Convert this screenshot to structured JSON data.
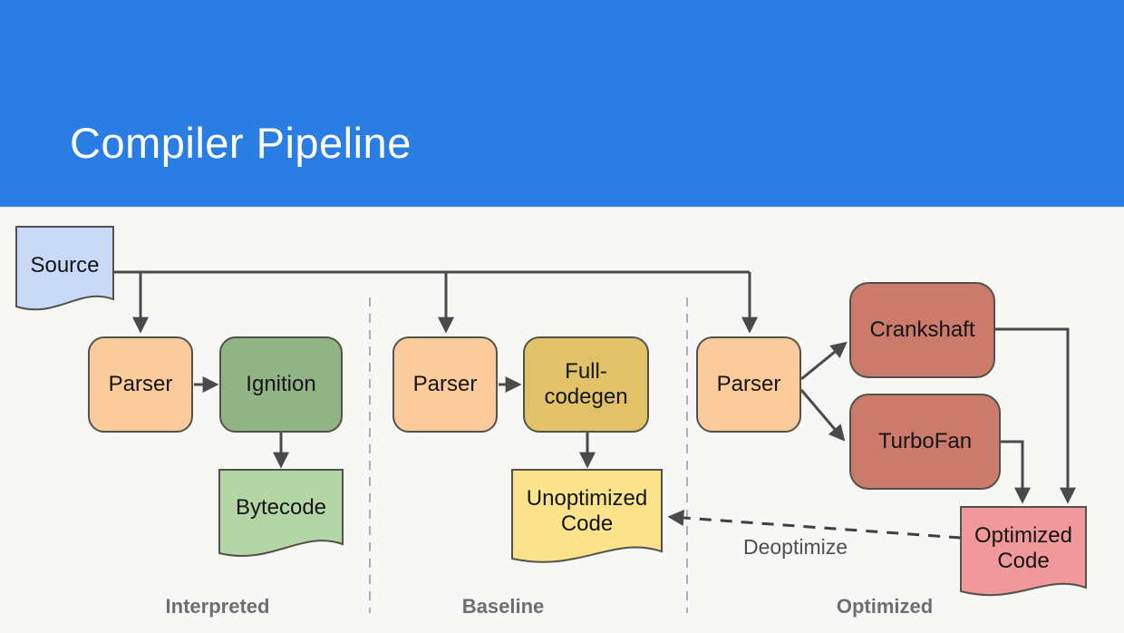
{
  "slide": {
    "title": "Compiler Pipeline"
  },
  "colors": {
    "header_blue": "#2a7de2",
    "canvas": "#f7f7f5",
    "title_text": "#ffffff",
    "node_text": "#141414",
    "node_border": "#52524a",
    "arrow": "#4a4a4a",
    "separator_gray": "#aeaeae",
    "section_label_gray": "#6e6e6e"
  },
  "nodes": {
    "source": {
      "label": "Source",
      "fill": "#c8daf8",
      "shape": "document"
    },
    "parser1": {
      "label": "Parser",
      "fill": "#fccb9b",
      "shape": "rounded-rect"
    },
    "ignition": {
      "label": "Ignition",
      "fill": "#91b486",
      "shape": "rounded-rect"
    },
    "bytecode": {
      "label": "Bytecode",
      "fill": "#b4d6a7",
      "shape": "document"
    },
    "parser2": {
      "label": "Parser",
      "fill": "#fccb9b",
      "shape": "rounded-rect"
    },
    "full_codegen": {
      "label": "Full-codegen",
      "fill": "#e2c268",
      "shape": "rounded-rect"
    },
    "unoptimized": {
      "label": "Unoptimized Code",
      "fill": "#fbe38b",
      "shape": "document"
    },
    "parser3": {
      "label": "Parser",
      "fill": "#fccb9b",
      "shape": "rounded-rect"
    },
    "crankshaft": {
      "label": "Crankshaft",
      "fill": "#cc7a6b",
      "shape": "rounded-rect"
    },
    "turbofan": {
      "label": "TurboFan",
      "fill": "#cc7a6b",
      "shape": "rounded-rect"
    },
    "optimized": {
      "label": "Optimized Code",
      "fill": "#f0989a",
      "shape": "document"
    }
  },
  "annotations": {
    "deoptimize": "Deoptimize"
  },
  "sections": [
    {
      "label": "Interpreted"
    },
    {
      "label": "Baseline"
    },
    {
      "label": "Optimized"
    }
  ]
}
